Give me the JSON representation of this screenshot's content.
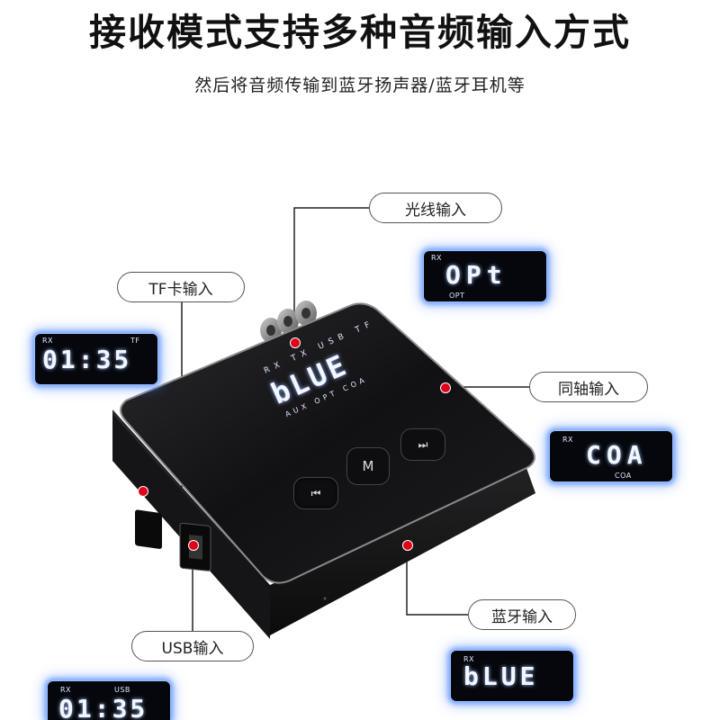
{
  "title": "接收模式支持多种音频输入方式",
  "subtitle": "然后将音频传输到蓝牙扬声器/蓝牙耳机等",
  "labels": {
    "optical": "光线输入",
    "tf": "TF卡输入",
    "coaxial": "同轴输入",
    "bluetooth": "蓝牙输入",
    "usb": "USB输入"
  },
  "displays": {
    "opt": {
      "top_left": "RX",
      "digits": "OPt",
      "bottom": "OPT"
    },
    "tf": {
      "top_left": "RX",
      "top_right": "TF",
      "digits": "01:35"
    },
    "coa": {
      "top_left": "RX",
      "digits": "COA",
      "bottom": "COA"
    },
    "blue": {
      "top_left": "RX",
      "digits": "bLUE"
    },
    "usb": {
      "top_left": "RX",
      "top_right": "USB",
      "digits": "01:35"
    }
  },
  "device": {
    "screen_top": [
      "RX",
      "TX",
      "USB",
      "TF"
    ],
    "screen_text": "bLUE",
    "screen_bottom": [
      "AUX",
      "OPT",
      "COA"
    ],
    "button_mode": "M",
    "prev_icon": "previous-track-icon",
    "next_icon": "next-track-icon"
  },
  "colors": {
    "lcd_glow": "#6fa3ff",
    "marker": "#e0001b",
    "device_body": "#1a1a1c"
  }
}
